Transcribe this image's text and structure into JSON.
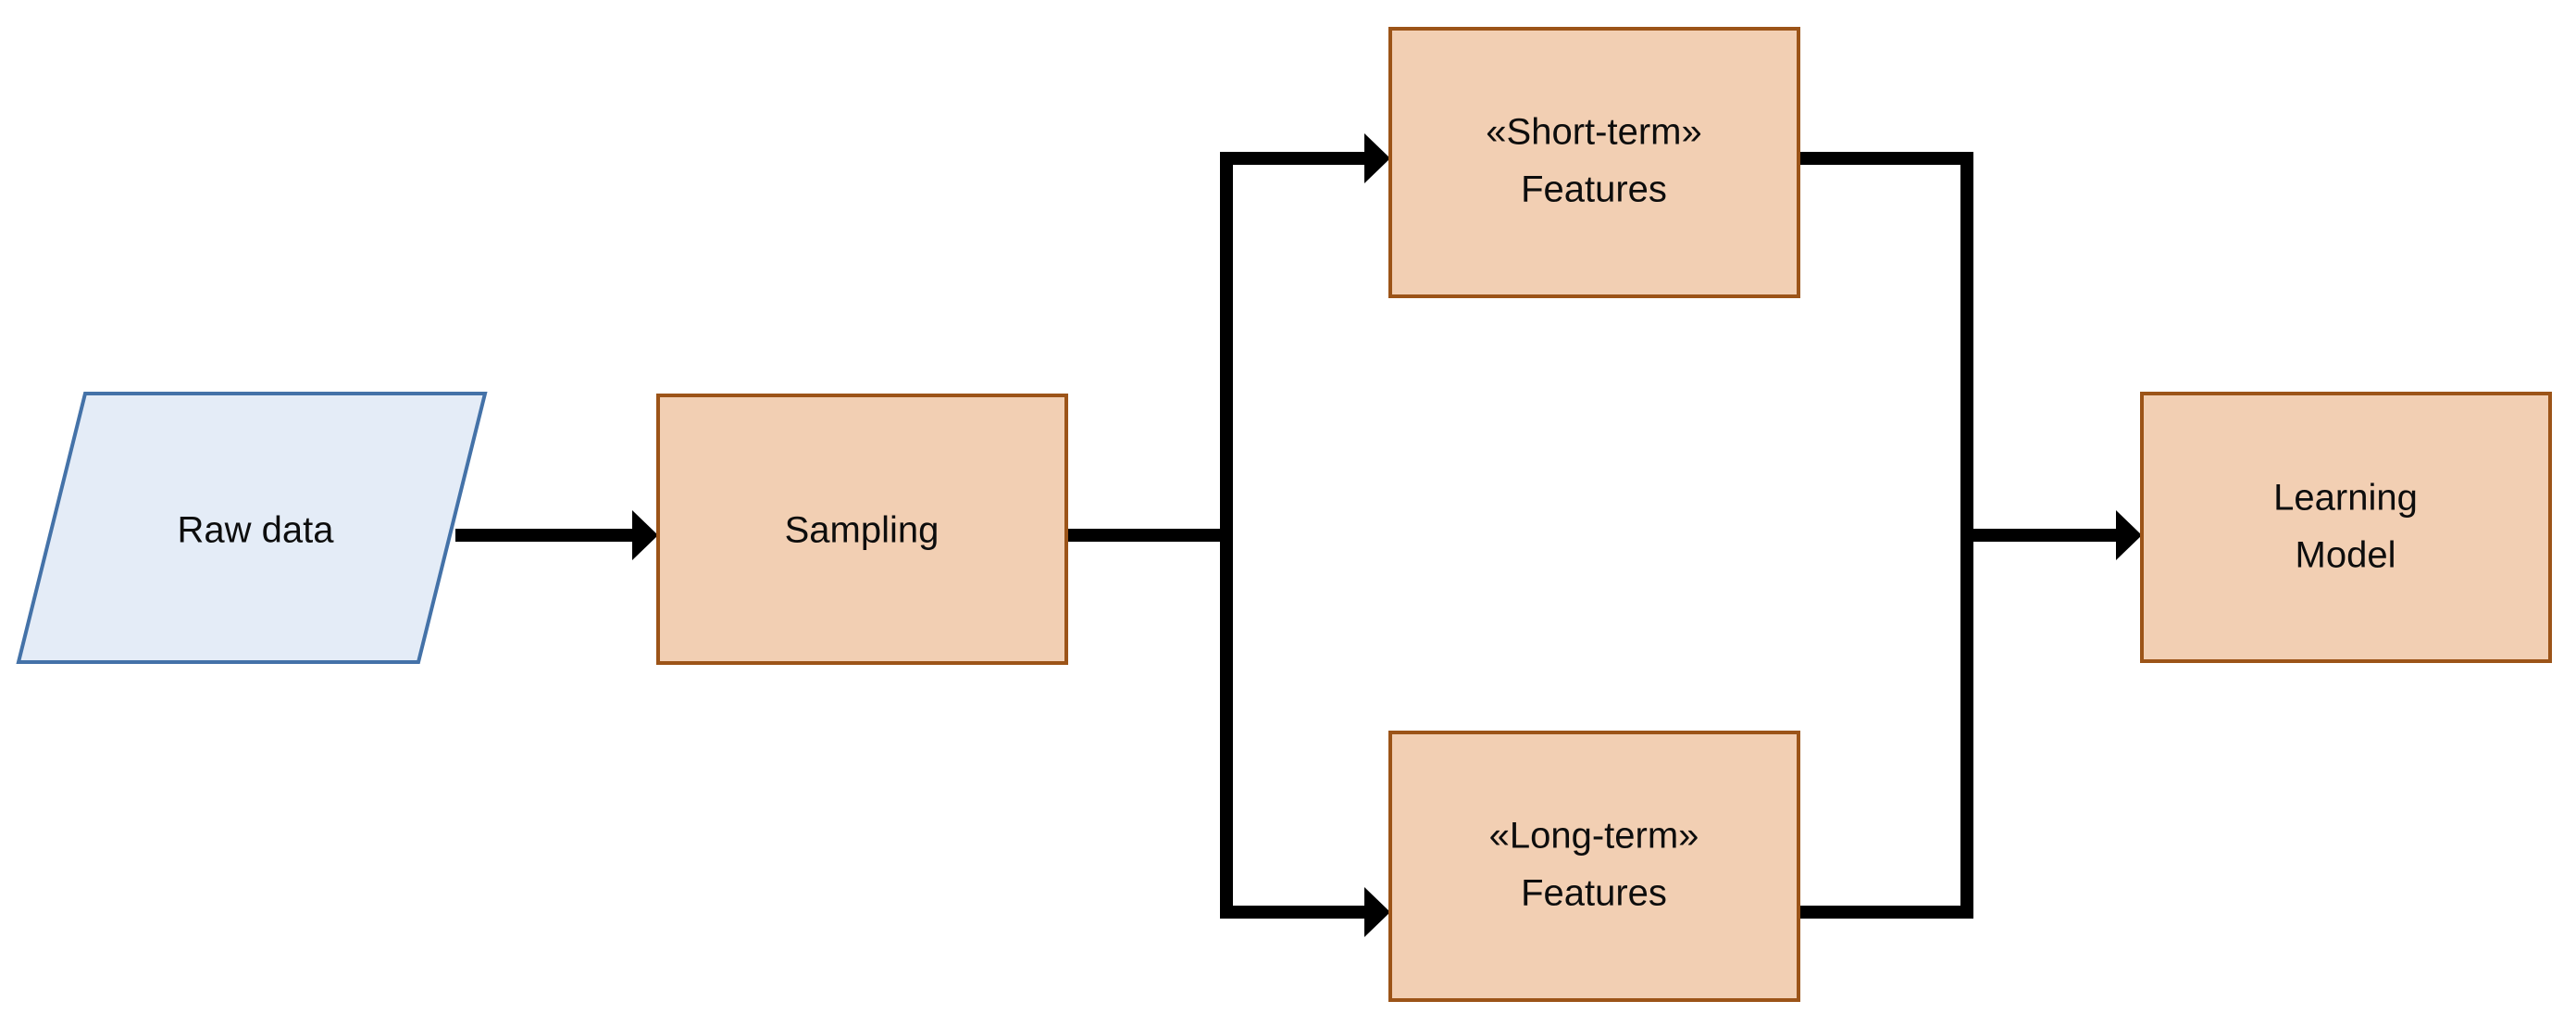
{
  "diagram": {
    "title": "Feature extraction pipeline flowchart",
    "background_color": "#ffffff",
    "connector_color": "#000000",
    "connector_width": 14,
    "palette": {
      "process_fill": "#f2cfb3",
      "process_border": "#9c5418",
      "data_fill": "#e4ecf7",
      "data_border": "#4472a8",
      "text_color": "#0d0d0d"
    },
    "nodes": [
      {
        "id": "raw-data",
        "label": "Raw data",
        "shape": "parallelogram",
        "fill": "#e4ecf7",
        "border": "#4472a8",
        "lines": [
          "Raw data"
        ]
      },
      {
        "id": "sampling",
        "label": "Sampling",
        "shape": "rectangle",
        "fill": "#f2cfb3",
        "border": "#9c5418",
        "lines": [
          "Sampling"
        ]
      },
      {
        "id": "short-term-features",
        "label": "«Short-term» Features",
        "shape": "rectangle",
        "fill": "#f2cfb3",
        "border": "#9c5418",
        "lines": [
          "«Short-term»",
          "Features"
        ]
      },
      {
        "id": "long-term-features",
        "label": "«Long-term» Features",
        "shape": "rectangle",
        "fill": "#f2cfb3",
        "border": "#9c5418",
        "lines": [
          "«Long-term»",
          "Features"
        ]
      },
      {
        "id": "learning-model",
        "label": "Learning Model",
        "shape": "rectangle",
        "fill": "#f2cfb3",
        "border": "#9c5418",
        "lines": [
          "Learning",
          "Model"
        ]
      }
    ],
    "edges": [
      {
        "id": "raw-to-sampling",
        "from": "raw-data",
        "to": "sampling",
        "arrow": true
      },
      {
        "id": "sampling-to-short-term",
        "from": "sampling",
        "to": "short-term-features",
        "arrow": true
      },
      {
        "id": "sampling-to-long-term",
        "from": "sampling",
        "to": "long-term-features",
        "arrow": true
      },
      {
        "id": "short-term-to-model",
        "from": "short-term-features",
        "to": "learning-model",
        "arrow": true
      },
      {
        "id": "long-term-to-model",
        "from": "long-term-features",
        "to": "learning-model",
        "arrow": true
      }
    ]
  }
}
